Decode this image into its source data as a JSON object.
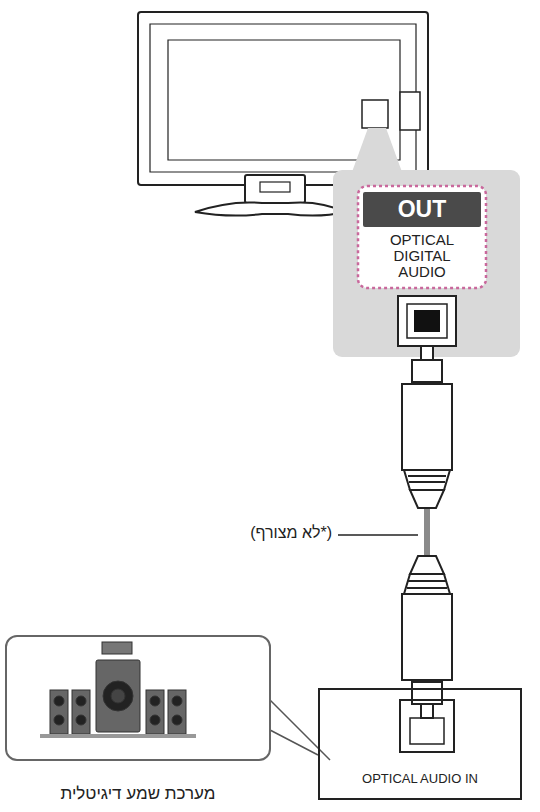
{
  "diagram": {
    "nodes": [
      {
        "text": [
          "OUT",
          "OPTICAL DIGITAL AUDIO"
        ]
      },
      {
        "text": [
          "OPTICAL AUDIO IN"
        ]
      },
      {
        "text": [
          "מערכת שמע דיגיטלית"
        ]
      }
    ],
    "edges": [
      {
        "from": 0,
        "to": 1,
        "arrow": "none",
        "label": "(*לא מצורף)"
      }
    ]
  }
}
